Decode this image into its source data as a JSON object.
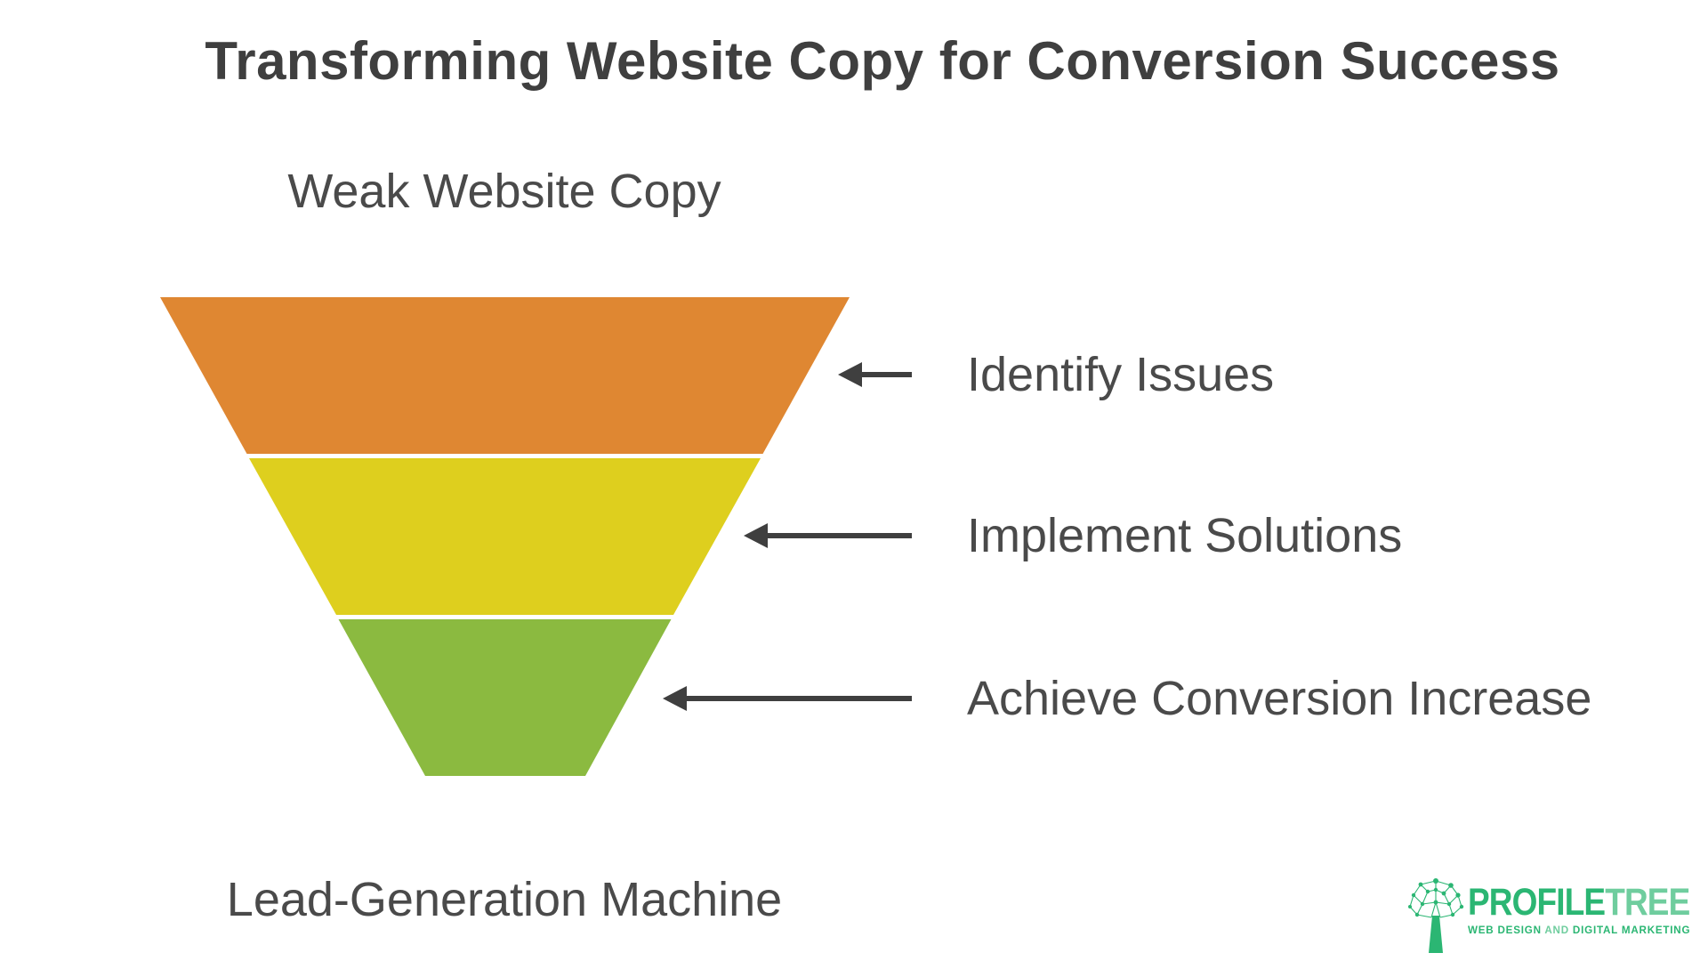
{
  "title": "Transforming Website Copy for Conversion Success",
  "text_color": "#4A4A4A",
  "funnel": {
    "top_label": "Weak Website Copy",
    "bottom_label": "Lead-Generation Machine",
    "stages": [
      {
        "name": "stage-1-weak-copy",
        "color": "#DF8732"
      },
      {
        "name": "stage-2-transforming",
        "color": "#DECF1E"
      },
      {
        "name": "stage-3-lead-generation",
        "color": "#8BBA40"
      }
    ]
  },
  "annotations": {
    "arrow_color": "#3F3F3F",
    "items": [
      {
        "label": "Identify Issues"
      },
      {
        "label": "Implement Solutions"
      },
      {
        "label": "Achieve Conversion Increase"
      }
    ]
  },
  "logo": {
    "brand_primary": "PROFILE",
    "brand_secondary": "TREE",
    "tagline_part1": "WEB DESIGN",
    "tagline_part2": " AND ",
    "tagline_part3": "DIGITAL MARKETING",
    "brand_color": "#2BB673",
    "light_color": "#6FCD9E"
  }
}
